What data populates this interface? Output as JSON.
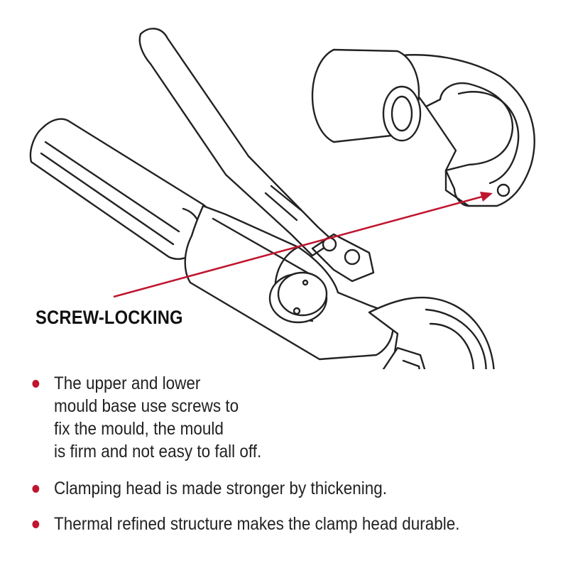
{
  "callout": {
    "label": "SCREW-LOCKING"
  },
  "colors": {
    "accent": "#c0152e",
    "line": "#222222"
  },
  "features": [
    {
      "lines": [
        "The upper and lower",
        "mould base use screws to",
        "fix the mould, the mould",
        "is firm and not easy to fall off."
      ]
    },
    {
      "lines": [
        "Clamping head is made stronger by thickening."
      ]
    },
    {
      "lines": [
        "Thermal refined structure makes the clamp head durable."
      ]
    }
  ],
  "icons": {
    "bullet": "red-dot-bullet"
  }
}
